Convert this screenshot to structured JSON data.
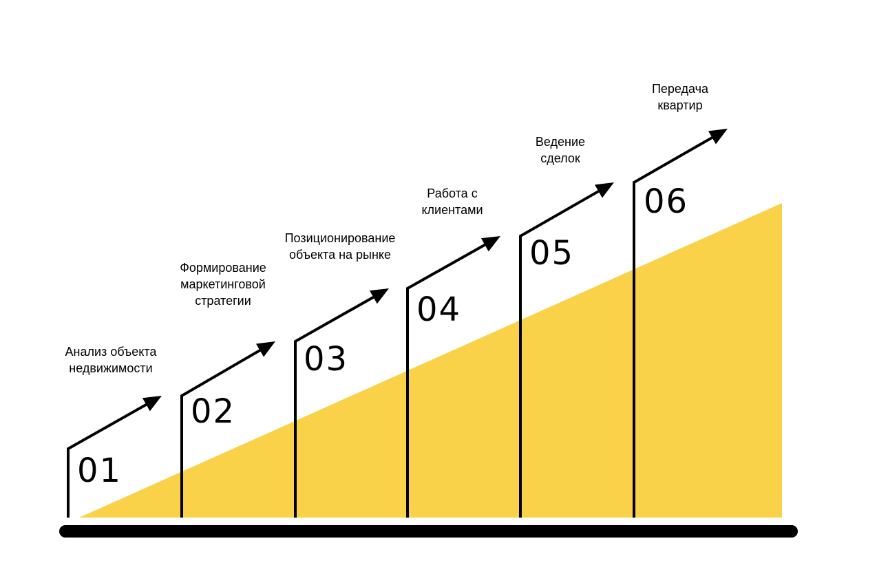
{
  "colors": {
    "accent": "#FAD24A",
    "ink": "#000000",
    "background": "#FFFFFF"
  },
  "steps": [
    {
      "number": "01",
      "label_lines": [
        "Анализ объекта",
        "недвижимости"
      ]
    },
    {
      "number": "02",
      "label_lines": [
        "Формирование",
        "маркетинговой",
        "стратегии"
      ]
    },
    {
      "number": "03",
      "label_lines": [
        "Позиционирование",
        "объекта на рынке"
      ]
    },
    {
      "number": "04",
      "label_lines": [
        "Работа с",
        "клиентами"
      ]
    },
    {
      "number": "05",
      "label_lines": [
        "Ведение",
        "сделок"
      ]
    },
    {
      "number": "06",
      "label_lines": [
        "Передача",
        "квартир"
      ]
    }
  ]
}
